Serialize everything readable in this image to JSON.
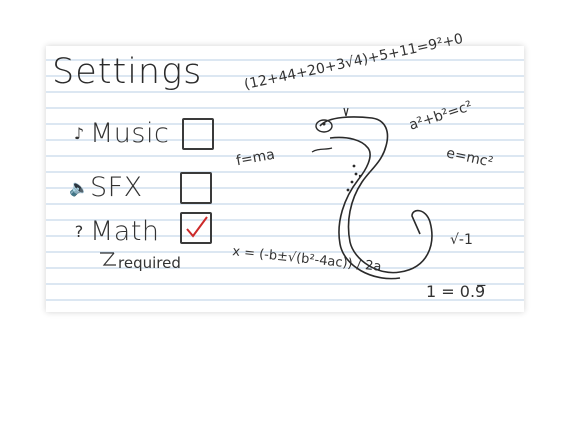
{
  "page": {
    "title": "Settings"
  },
  "settings": [
    {
      "id": "music",
      "label": "Music",
      "icon": "music-note-icon",
      "icon_glyph": "♪",
      "checked": false
    },
    {
      "id": "sfx",
      "label": "SFX",
      "icon": "speaker-icon",
      "icon_glyph": "🔈",
      "checked": false
    },
    {
      "id": "math",
      "label": "Math",
      "icon": "question-mark-icon",
      "icon_glyph": "?",
      "checked": true
    }
  ],
  "note": "required",
  "doodles": {
    "top_equation": "(12+44+20+3√4)+5+11=9²+0",
    "force": "f=ma",
    "pythagoras": "a²+b²=c²",
    "energy": "e=mc²",
    "sqrt_neg1": "√-1",
    "quadratic": "x = (-b±√(b²-4ac)) / 2a",
    "one_equals": "1 = 0.9̅"
  },
  "colors": {
    "ink": "#2a2a2a",
    "rule_line": "#b9cfe6",
    "check_red": "#cc2a2a"
  }
}
